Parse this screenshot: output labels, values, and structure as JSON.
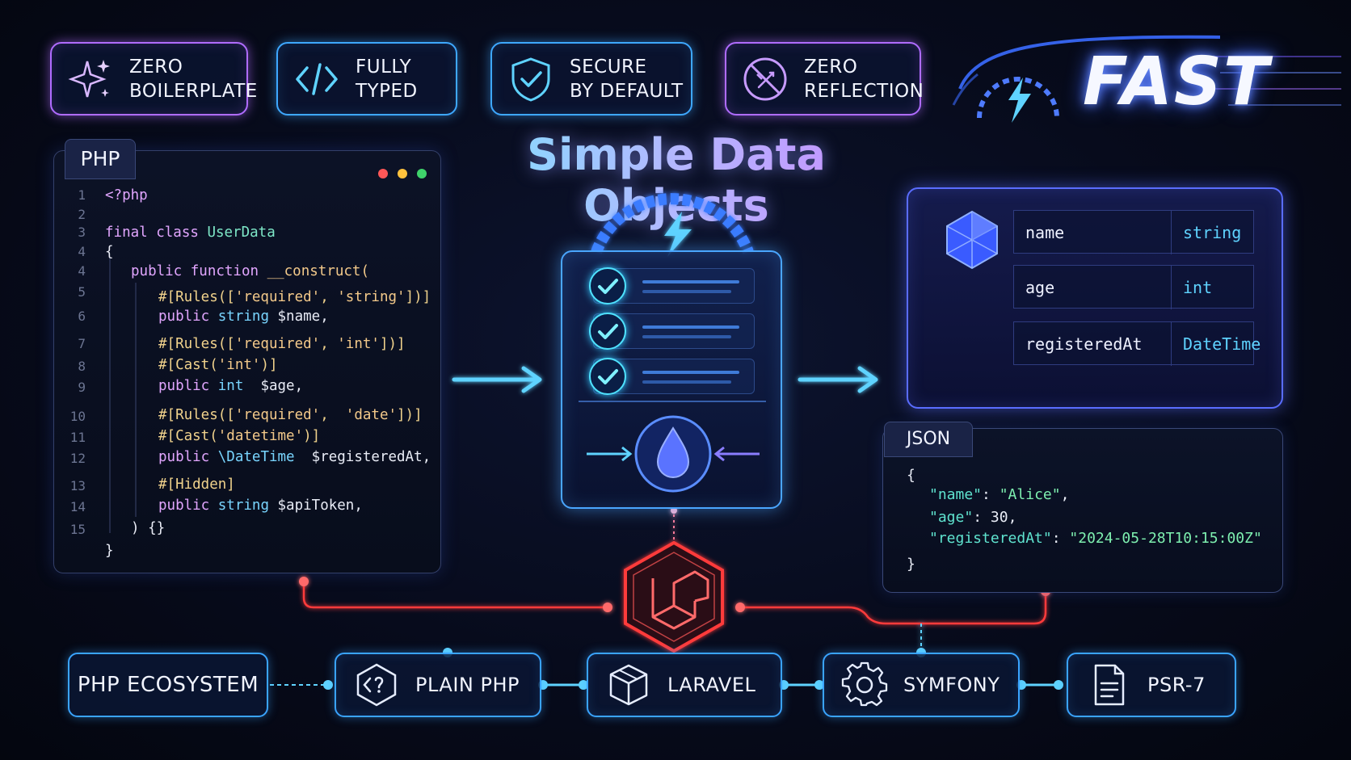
{
  "features": [
    {
      "line1": "ZERO",
      "line2": "BOILERPLATE",
      "icon": "sparkle-icon"
    },
    {
      "line1": "FULLY",
      "line2": "TYPED",
      "icon": "code-brackets-icon"
    },
    {
      "line1": "SECURE",
      "line2": "BY DEFAULT",
      "icon": "shield-check-icon"
    },
    {
      "line1": "ZERO",
      "line2": "REFLECTION",
      "icon": "no-reflection-icon"
    }
  ],
  "fast_label": "FAST",
  "title": "Simple Data Objects",
  "code_panel": {
    "tab": "PHP",
    "line_numbers": [
      "1",
      "2",
      "3",
      "4",
      "4",
      "5",
      "6",
      "7",
      "8",
      "9",
      "10",
      "11",
      "12",
      "13",
      "14",
      "15"
    ]
  },
  "properties": [
    {
      "name": "name",
      "type": "string"
    },
    {
      "name": "age",
      "type": "int"
    },
    {
      "name": "registeredAt",
      "type": "DateTime"
    }
  ],
  "json_panel": {
    "tab": "JSON",
    "open": "{",
    "name_key": "\"name\"",
    "name_val": "\"Alice\"",
    "age_key": "\"age\"",
    "age_val": "30",
    "reg_key": "\"registeredAt\"",
    "reg_val": "\"2024-05-28T10:15:00Z\"",
    "close": "}"
  },
  "ecosystem": {
    "label": "PHP ECOSYSTEM",
    "items": [
      {
        "label": "PLAIN PHP",
        "icon": "php-hexagon-icon"
      },
      {
        "label": "LARAVEL",
        "icon": "package-box-icon"
      },
      {
        "label": "SYMFONY",
        "icon": "gear-icon"
      },
      {
        "label": "PSR-7",
        "icon": "document-icon"
      }
    ]
  },
  "colors": {
    "accent_blue": "#3ea8ff",
    "accent_purple": "#b06cff",
    "laravel_red": "#ff3b3b",
    "background": "#070b1c"
  }
}
